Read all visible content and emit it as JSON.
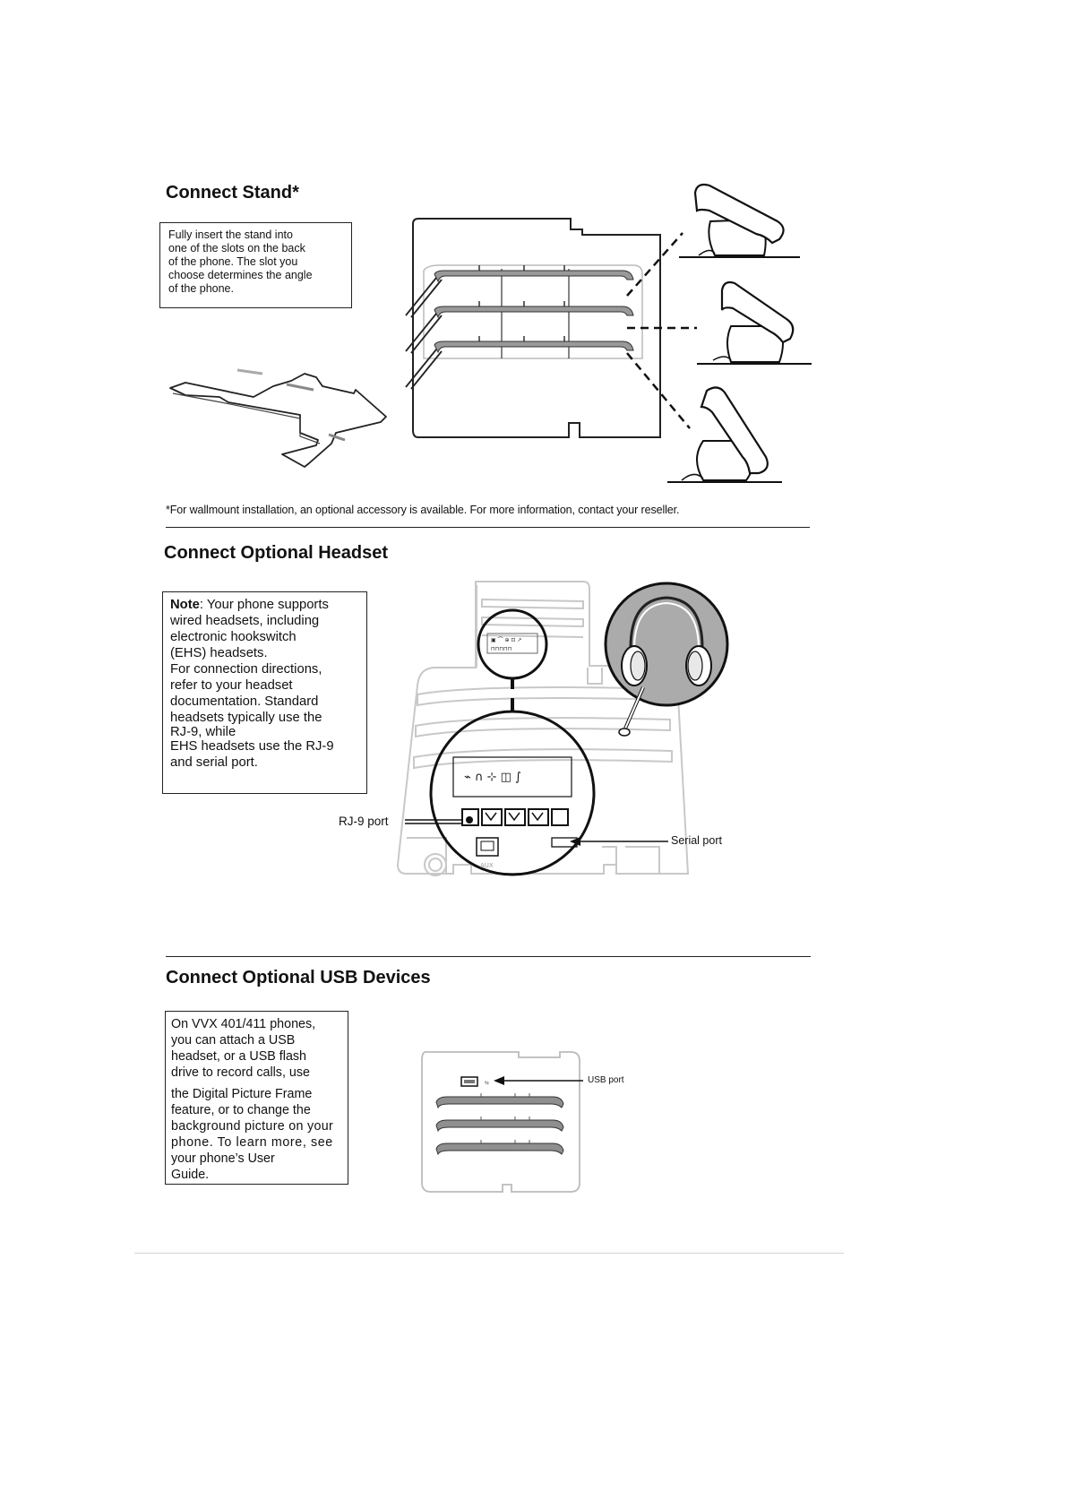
{
  "stand": {
    "heading": "Connect Stand*",
    "instructions": "Fully insert the stand into one of the slots on the back of the phone. The slot you choose determines the angle of the phone.",
    "instructions_lines": [
      "Fully insert the stand into",
      "one of the slots on the back",
      "of the phone. The slot you",
      "choose determines the angle",
      "of the phone."
    ],
    "footnote": "*For wallmount installation, an optional accessory is available. For more information, contact your reseller."
  },
  "headset": {
    "heading": "Connect Optional Headset",
    "note_label": "Note",
    "note_lines": [
      ": Your phone supports",
      "wired headsets, including",
      "electronic hookswitch",
      "(EHS) headsets.",
      "For connection directions,",
      "refer to your headset",
      "documentation. Standard",
      "headsets typically use the",
      "RJ-9, while",
      "EHS headsets use the RJ-9",
      "and serial port."
    ],
    "rj9_label": "RJ-9 port",
    "serial_label": "Serial port",
    "aux_label": "AUX"
  },
  "usb": {
    "heading": "Connect Optional USB Devices",
    "lines_a": [
      "On VVX 401/411 phones,",
      "you can attach a USB",
      "headset, or a USB flash",
      "drive to record calls, use"
    ],
    "lines_b": [
      "the Digital Picture Frame",
      "feature, or to change the",
      "background picture on your",
      "phone. To learn more, see",
      "your phone’s User",
      "Guide."
    ],
    "usb_port_label": "USB port"
  }
}
